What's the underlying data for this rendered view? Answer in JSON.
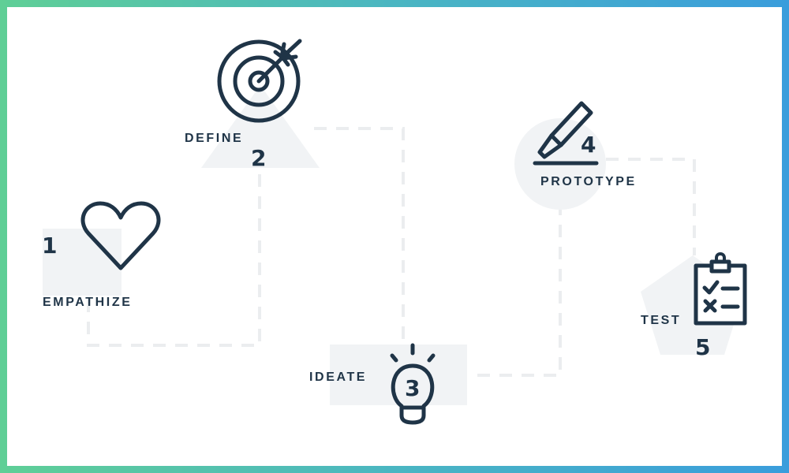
{
  "steps": [
    {
      "number": "1",
      "label": "EMPATHIZE",
      "icon": "heart-icon"
    },
    {
      "number": "2",
      "label": "DEFINE",
      "icon": "target-icon"
    },
    {
      "number": "3",
      "label": "IDEATE",
      "icon": "lightbulb-icon"
    },
    {
      "number": "4",
      "label": "PROTOTYPE",
      "icon": "pencil-icon"
    },
    {
      "number": "5",
      "label": "TEST",
      "icon": "clipboard-checklist-icon"
    }
  ],
  "colors": {
    "ink": "#1f3447",
    "shape": "#f1f3f5",
    "dash": "#ebedef",
    "border_start": "#5fcf96",
    "border_end": "#3a9ddc"
  }
}
